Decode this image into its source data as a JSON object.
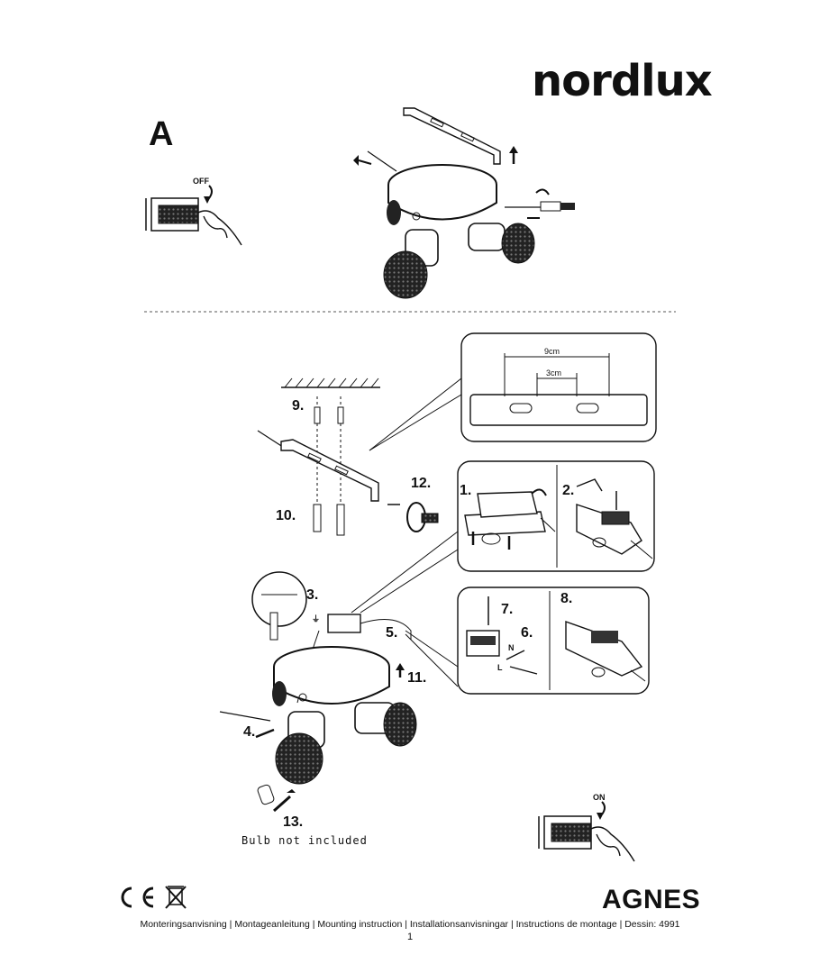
{
  "brand": "nordlux",
  "section_label": "A",
  "switch_off_label": "OFF",
  "switch_on_label": "ON",
  "dimensions": {
    "outer": "9cm",
    "inner": "3cm"
  },
  "steps": {
    "s1": "1.",
    "s2": "2.",
    "s3": "3.",
    "s4": "4.",
    "s5": "5.",
    "s6": "6.",
    "s7": "7.",
    "s8": "8.",
    "s9": "9.",
    "s10": "10.",
    "s11": "11.",
    "s12": "12.",
    "s13": "13."
  },
  "wire_labels": {
    "neutral": "N",
    "live": "L",
    "earth": "⏚"
  },
  "bulb_note": "Bulb not included",
  "product_name": "AGNES",
  "footer_text": "Monteringsanvisning | Montageanleitung | Mounting instruction | Installationsanvisningar | Instructions de montage | Dessin: 4991",
  "page_number": "1",
  "marks": [
    "CE",
    "WEEE-bin"
  ]
}
